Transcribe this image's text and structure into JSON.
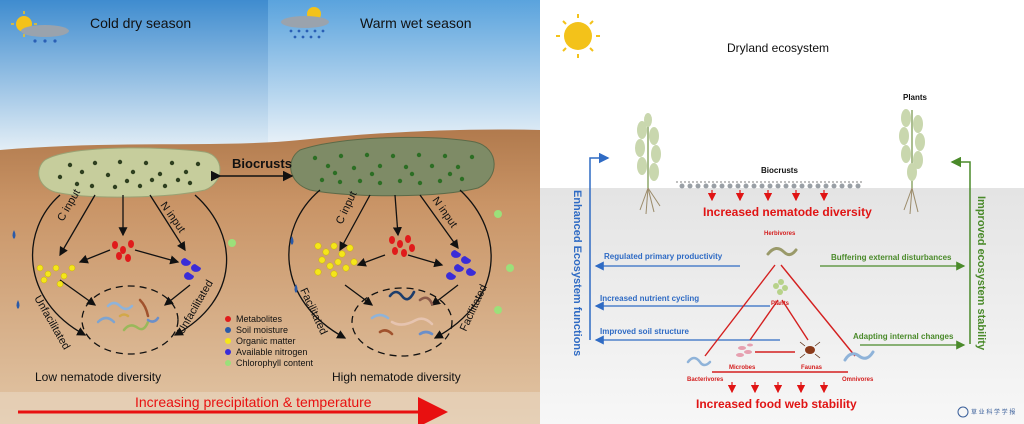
{
  "left_panel": {
    "season_cold": "Cold dry season",
    "season_warm": "Warm wet season",
    "biocrusts_label": "Biocrusts",
    "c_input_label": "C input",
    "n_input_label": "N input",
    "unfacilitated_label": "Unfacilitated",
    "facilitated_label": "Facilitated",
    "low_diversity": "Low nematode diversity",
    "high_diversity": "High nematode diversity",
    "gradient_label": "Increasing precipitation & temperature",
    "legend": [
      {
        "label": "Metabolites",
        "color": "#e01b1b"
      },
      {
        "label": "Soil moisture",
        "color": "#2a5aa8"
      },
      {
        "label": "Organic matter",
        "color": "#f5e61a"
      },
      {
        "label": "Available nitrogen",
        "color": "#3a2cd8"
      },
      {
        "label": "Chlorophyll content",
        "color": "#9be07a"
      }
    ]
  },
  "right_panel": {
    "title": "Dryland ecosystem",
    "plants_label": "Plants",
    "biocrusts_label": "Biocrusts",
    "increased_diversity": "Increased nematode diversity",
    "left_axis": "Enhanced Ecosystem functions",
    "right_axis": "Improved ecosystem stability",
    "left_items": [
      "Regulated primary productivity",
      "Increased nutrient cycling",
      "Improved soil structure"
    ],
    "right_items": [
      "Buffering external disturbances",
      "Adapting internal changes"
    ],
    "web_nodes": {
      "herbivores": "Herbivores",
      "plants": "Plants",
      "microbes": "Microbes",
      "faunas": "Faunas",
      "bacterivores": "Bacterivores",
      "omnivores": "Omnivores"
    },
    "food_web_stability": "Increased food web stability",
    "logo_text": "草 业 科 学 学 报",
    "colors": {
      "red": "#e01414",
      "blue": "#2f6bc4",
      "green": "#4a8a2a"
    }
  }
}
